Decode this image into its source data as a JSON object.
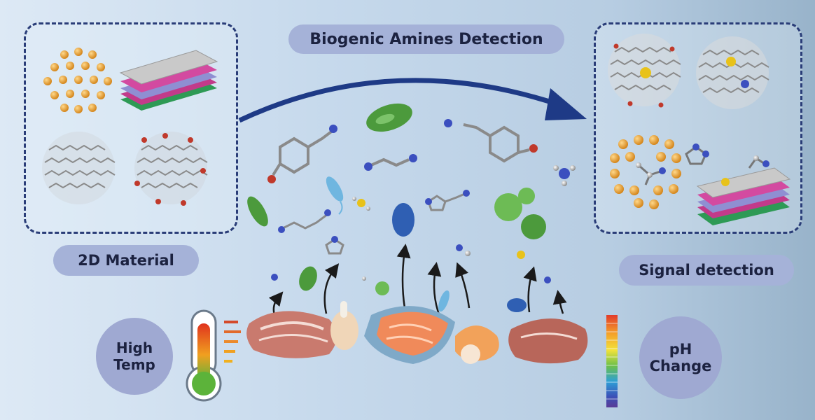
{
  "title": "Biogenic Amines Detection",
  "left_label": "2D Material",
  "right_label": "Signal detection",
  "temp_label": {
    "line1": "High",
    "line2": "Temp"
  },
  "ph_label": {
    "line1": "pH",
    "line2": "Change"
  },
  "colors": {
    "dash_border": "#2a3d78",
    "pill_fill": "#a5b2d8",
    "arrow": "#1e3a86",
    "gold_atom": "#e29a2c",
    "carbon": "#9a9a9a",
    "oxygen": "#c0392b",
    "nitrogen": "#3b4fbf",
    "bacteria_green": "#4c9a3c",
    "bacteria_blue": "#2f5fb3"
  }
}
